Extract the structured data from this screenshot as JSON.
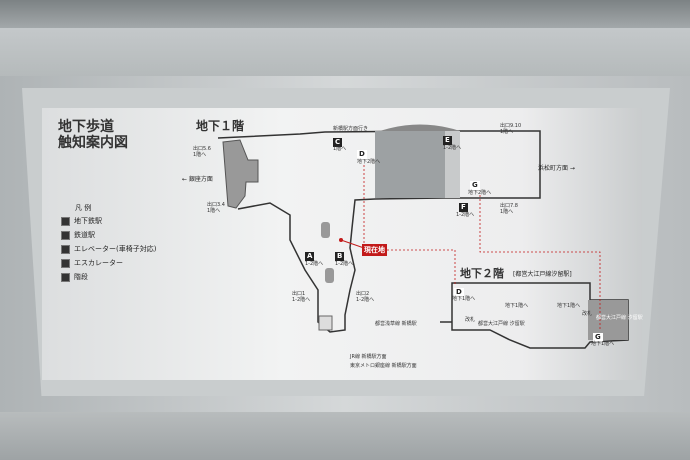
{
  "title": {
    "line1": "地下歩道",
    "line2": "触知案内図"
  },
  "floor1": {
    "label": "地下１階"
  },
  "legend": {
    "heading": "凡 例",
    "items": [
      "地下鉄駅",
      "鉄道駅",
      "エレベーター(車椅子対応)",
      "エスカレーター",
      "階段"
    ]
  },
  "exits": [
    {
      "name": "出口5.6",
      "sub": "1階へ"
    },
    {
      "name": "出口3.4",
      "sub": "1階へ"
    },
    {
      "name": "出口1",
      "sub": "1-2階へ"
    },
    {
      "name": "出口2",
      "sub": "1-2階へ"
    },
    {
      "name": "出口9.10",
      "sub": "1階へ"
    },
    {
      "name": "出口7.8",
      "sub": "1階へ"
    }
  ],
  "directions": {
    "west": "← 銀座方面",
    "east": "浜松町方面 →",
    "north": "新橋駅方面行き",
    "jr": "JR線 新橋駅方面",
    "metro": "東京メトロ銀座線 新橋駅方面"
  },
  "elevators": [
    {
      "id": "A",
      "sub": "1-2階へ"
    },
    {
      "id": "B",
      "sub": "1-2階へ"
    },
    {
      "id": "C",
      "sub": "1階へ"
    },
    {
      "id": "D",
      "sub": "地下2階へ"
    },
    {
      "id": "E",
      "sub": "1-2階へ"
    },
    {
      "id": "F",
      "sub": "1-2階へ"
    },
    {
      "id": "G",
      "sub": "地下2階へ"
    }
  ],
  "current_location": "現在地",
  "asakusa": "都営浅草線 新橋駅",
  "floor2": {
    "label": "地下２階",
    "station": "[都営大江戸線汐留駅]",
    "d_sub": "地下1階へ",
    "g_sub": "地下1階へ",
    "to_b1": "地下1階へ",
    "oedo": "都営大江戸線 汐留駅",
    "gate": "改札"
  },
  "colors": {
    "accent": "#c21a1a",
    "panel": "#eeeeee"
  }
}
